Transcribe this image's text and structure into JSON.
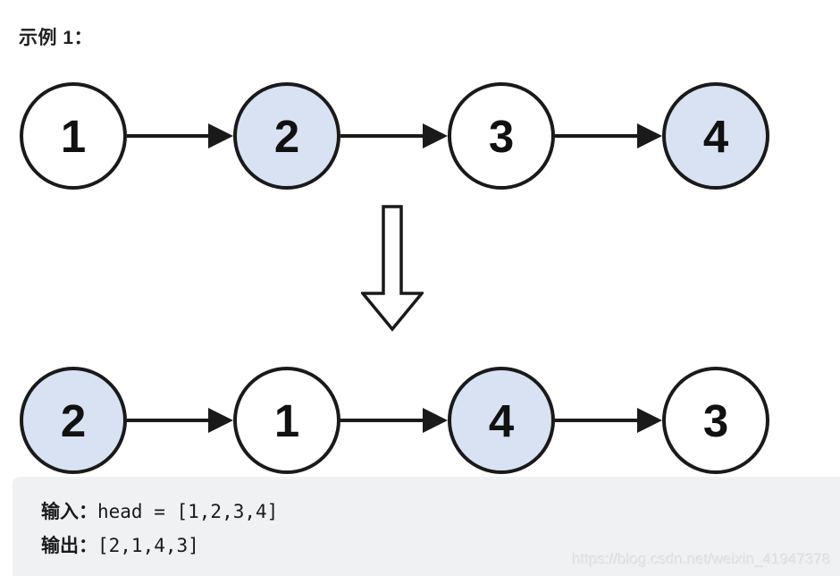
{
  "title": "示例 1：",
  "diagram": {
    "rows": [
      {
        "name": "input-list",
        "nodes": [
          {
            "value": "1",
            "highlighted": false
          },
          {
            "value": "2",
            "highlighted": true
          },
          {
            "value": "3",
            "highlighted": false
          },
          {
            "value": "4",
            "highlighted": true
          }
        ]
      },
      {
        "name": "output-list",
        "nodes": [
          {
            "value": "2",
            "highlighted": true
          },
          {
            "value": "1",
            "highlighted": false
          },
          {
            "value": "4",
            "highlighted": true
          },
          {
            "value": "3",
            "highlighted": false
          }
        ]
      }
    ]
  },
  "io_panel": {
    "input_label": "输入：",
    "input_value": "head = [1,2,3,4]",
    "output_label": "输出：",
    "output_value": "[2,1,4,3]"
  },
  "watermark": "https://blog.csdn.net/weixin_41947378",
  "colors": {
    "highlight_node_fill": "#d8e2f3",
    "default_node_fill": "#ffffff",
    "stroke": "#1a1a1a",
    "panel_background": "#f0f1f2"
  }
}
